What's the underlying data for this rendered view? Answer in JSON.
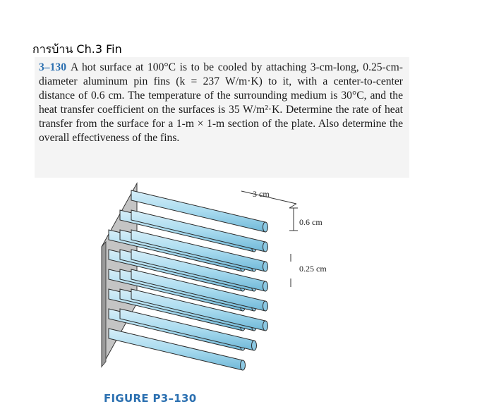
{
  "header": {
    "title": "การบ้าน Ch.3 Fin"
  },
  "problem": {
    "number": "3–130",
    "text": "A hot surface at 100°C is to be cooled by attaching 3-cm-long, 0.25-cm-diameter aluminum pin fins (k = 237 W/m·K) to it, with a center-to-center distance of 0.6 cm. The temperature of the surrounding medium is 30°C, and the heat transfer coefficient on the surfaces is 35 W/m²·K. Determine the rate of heat transfer from the surface for a 1-m × 1-m section of the plate. Also determine the overall effectiveness of the fins."
  },
  "figure": {
    "dim_length": "3 cm",
    "dim_spacing": "0.6 cm",
    "dim_diameter": "0.25 cm",
    "caption": "FIGURE P3–130",
    "colors": {
      "fin": "#a9dbef",
      "fin_end": "#8cc8e2",
      "plate": "#bfbfbf",
      "caption": "#2a6fb0"
    }
  }
}
